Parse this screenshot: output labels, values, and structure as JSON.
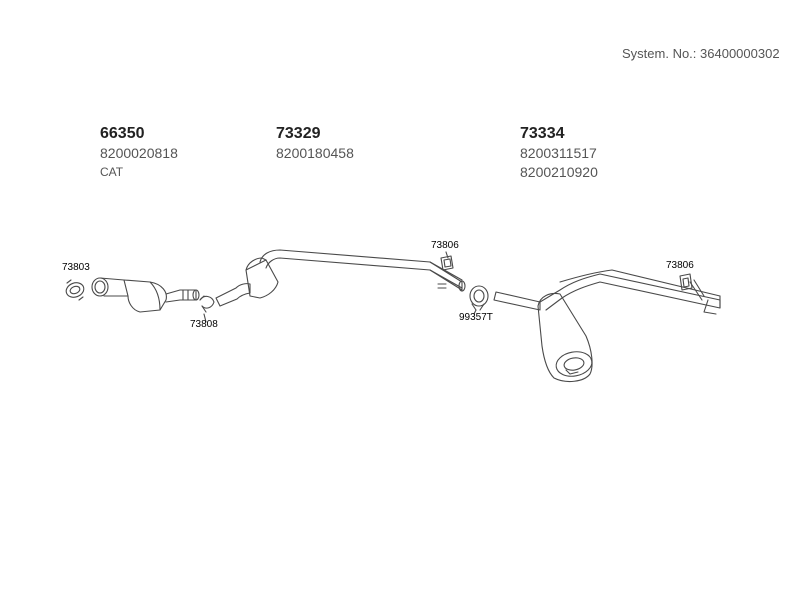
{
  "system_number": "System. No.: 36400000302",
  "parts": [
    {
      "number": "66350",
      "refs": [
        "8200020818"
      ],
      "note": "CAT"
    },
    {
      "number": "73329",
      "refs": [
        "8200180458"
      ],
      "note": ""
    },
    {
      "number": "73334",
      "refs": [
        "8200311517",
        "8200210920"
      ],
      "note": ""
    }
  ],
  "callouts": {
    "gasket": "73803",
    "clamp": "73808",
    "hanger_mid": "73806",
    "clamp_mid": "99357T",
    "hanger_rear": "73806"
  }
}
